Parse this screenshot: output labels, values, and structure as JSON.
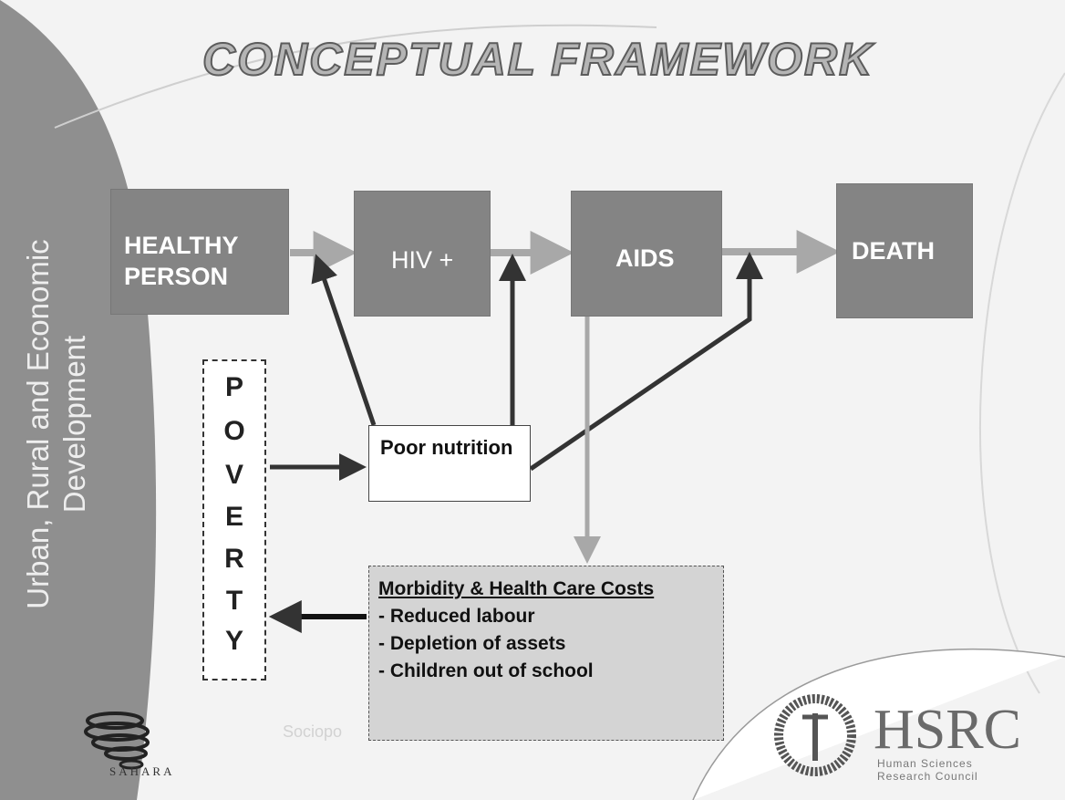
{
  "title": "CONCEPTUAL FRAMEWORK",
  "side_label": "Urban, Rural and Economic Development",
  "flow_boxes": {
    "healthy": "HEALTHY PERSON",
    "hiv": "HIV +",
    "aids": "AIDS",
    "death": "DEATH"
  },
  "poverty_letters": [
    "P",
    "O",
    "V",
    "E",
    "R",
    "T",
    "Y"
  ],
  "nutrition": "Poor nutrition",
  "costs": {
    "heading": "Morbidity & Health Care Costs",
    "items": [
      "- Reduced labour",
      "- Depletion of assets",
      "- Children out of school"
    ]
  },
  "footer_text": "Sociopo",
  "logos": {
    "left_caption": "SAHARA",
    "right_word": "HSRC",
    "right_sub_1": "Human Sciences",
    "right_sub_2": "Research Council"
  },
  "colors": {
    "box_fill": "#848484",
    "arrow_dark": "#333333",
    "arrow_light": "#a8a8a8",
    "side_band": "#8f8f8f"
  }
}
